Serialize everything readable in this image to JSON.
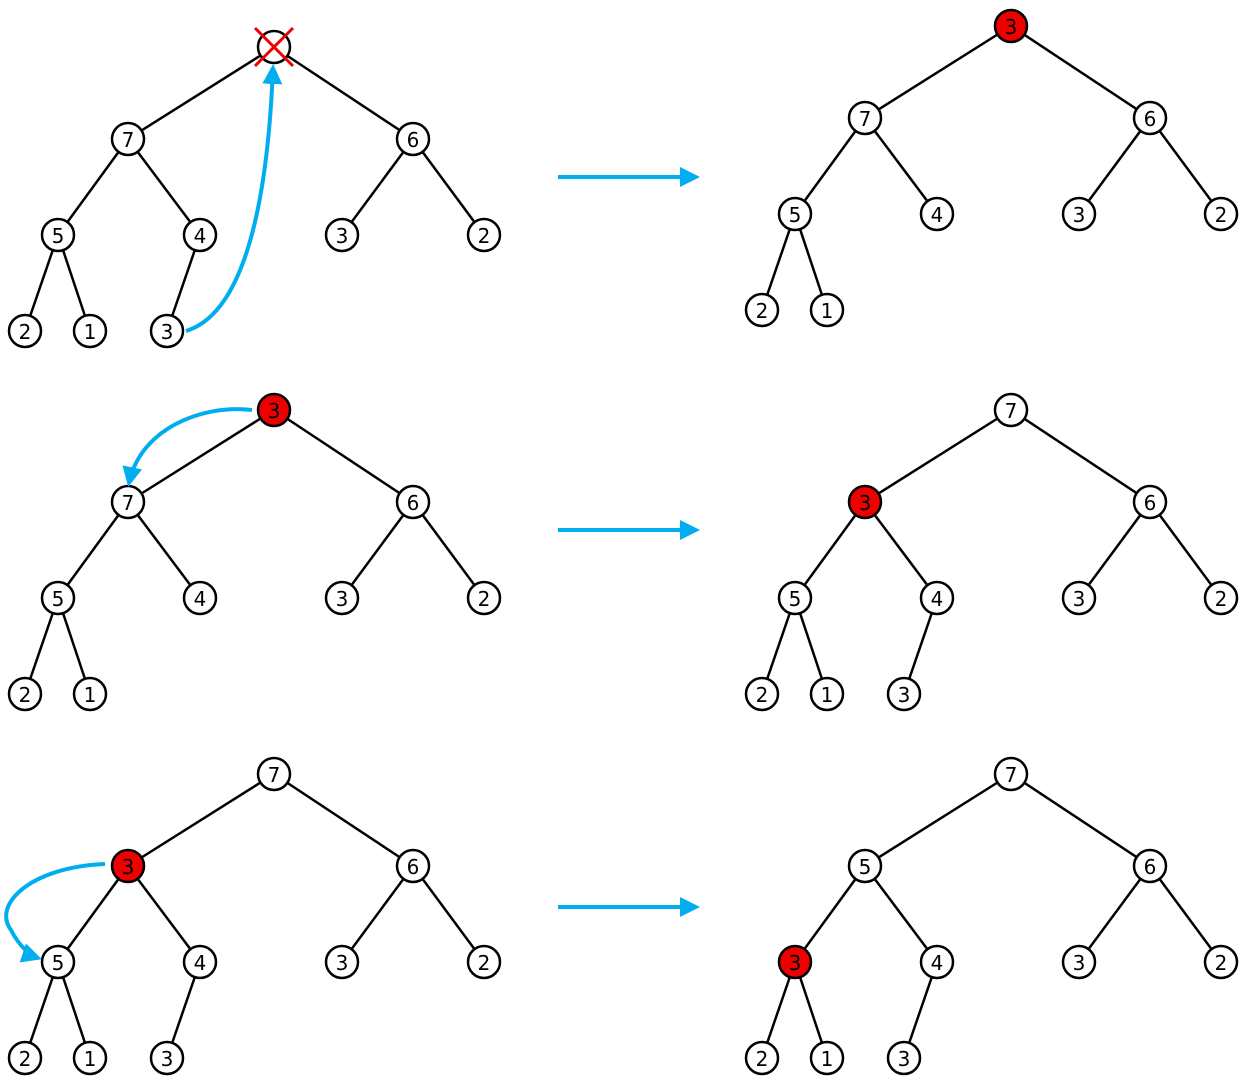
{
  "colors": {
    "node_fill": "#ffffff",
    "highlight_fill": "#ee0000",
    "stroke": "#000000",
    "arrow": "#00aeef",
    "cross": "#ee0000"
  },
  "panels": [
    {
      "id": "step1-before",
      "nodes": [
        {
          "id": "n0",
          "label": "",
          "crossed": true
        },
        {
          "id": "n1",
          "label": "7"
        },
        {
          "id": "n2",
          "label": "6"
        },
        {
          "id": "n3",
          "label": "5"
        },
        {
          "id": "n4",
          "label": "4"
        },
        {
          "id": "n5",
          "label": "3"
        },
        {
          "id": "n6",
          "label": "2"
        },
        {
          "id": "n7",
          "label": "2"
        },
        {
          "id": "n8",
          "label": "1"
        },
        {
          "id": "n9",
          "label": "3"
        }
      ],
      "edges": [
        [
          "n0",
          "n1"
        ],
        [
          "n0",
          "n2"
        ],
        [
          "n1",
          "n3"
        ],
        [
          "n1",
          "n4"
        ],
        [
          "n2",
          "n5"
        ],
        [
          "n2",
          "n6"
        ],
        [
          "n3",
          "n7"
        ],
        [
          "n3",
          "n8"
        ],
        [
          "n4",
          "n9"
        ]
      ]
    },
    {
      "id": "step1-after",
      "nodes": [
        {
          "id": "n0",
          "label": "3",
          "highlight": true
        },
        {
          "id": "n1",
          "label": "7"
        },
        {
          "id": "n2",
          "label": "6"
        },
        {
          "id": "n3",
          "label": "5"
        },
        {
          "id": "n4",
          "label": "4"
        },
        {
          "id": "n5",
          "label": "3"
        },
        {
          "id": "n6",
          "label": "2"
        },
        {
          "id": "n7",
          "label": "2"
        },
        {
          "id": "n8",
          "label": "1"
        }
      ],
      "edges": [
        [
          "n0",
          "n1"
        ],
        [
          "n0",
          "n2"
        ],
        [
          "n1",
          "n3"
        ],
        [
          "n1",
          "n4"
        ],
        [
          "n2",
          "n5"
        ],
        [
          "n2",
          "n6"
        ],
        [
          "n3",
          "n7"
        ],
        [
          "n3",
          "n8"
        ]
      ]
    },
    {
      "id": "step2-before",
      "nodes": [
        {
          "id": "n0",
          "label": "3",
          "highlight": true
        },
        {
          "id": "n1",
          "label": "7"
        },
        {
          "id": "n2",
          "label": "6"
        },
        {
          "id": "n3",
          "label": "5"
        },
        {
          "id": "n4",
          "label": "4"
        },
        {
          "id": "n5",
          "label": "3"
        },
        {
          "id": "n6",
          "label": "2"
        },
        {
          "id": "n7",
          "label": "2"
        },
        {
          "id": "n8",
          "label": "1"
        }
      ],
      "edges": [
        [
          "n0",
          "n1"
        ],
        [
          "n0",
          "n2"
        ],
        [
          "n1",
          "n3"
        ],
        [
          "n1",
          "n4"
        ],
        [
          "n2",
          "n5"
        ],
        [
          "n2",
          "n6"
        ],
        [
          "n3",
          "n7"
        ],
        [
          "n3",
          "n8"
        ]
      ]
    },
    {
      "id": "step2-after",
      "nodes": [
        {
          "id": "n0",
          "label": "7"
        },
        {
          "id": "n1",
          "label": "3",
          "highlight": true
        },
        {
          "id": "n2",
          "label": "6"
        },
        {
          "id": "n3",
          "label": "5"
        },
        {
          "id": "n4",
          "label": "4"
        },
        {
          "id": "n5",
          "label": "3"
        },
        {
          "id": "n6",
          "label": "2"
        },
        {
          "id": "n7",
          "label": "2"
        },
        {
          "id": "n8",
          "label": "1"
        },
        {
          "id": "n9",
          "label": "3"
        }
      ],
      "edges": [
        [
          "n0",
          "n1"
        ],
        [
          "n0",
          "n2"
        ],
        [
          "n1",
          "n3"
        ],
        [
          "n1",
          "n4"
        ],
        [
          "n2",
          "n5"
        ],
        [
          "n2",
          "n6"
        ],
        [
          "n3",
          "n7"
        ],
        [
          "n3",
          "n8"
        ],
        [
          "n4",
          "n9"
        ]
      ]
    },
    {
      "id": "step3-before",
      "nodes": [
        {
          "id": "n0",
          "label": "7"
        },
        {
          "id": "n1",
          "label": "3",
          "highlight": true
        },
        {
          "id": "n2",
          "label": "6"
        },
        {
          "id": "n3",
          "label": "5"
        },
        {
          "id": "n4",
          "label": "4"
        },
        {
          "id": "n5",
          "label": "3"
        },
        {
          "id": "n6",
          "label": "2"
        },
        {
          "id": "n7",
          "label": "2"
        },
        {
          "id": "n8",
          "label": "1"
        },
        {
          "id": "n9",
          "label": "3"
        }
      ],
      "edges": [
        [
          "n0",
          "n1"
        ],
        [
          "n0",
          "n2"
        ],
        [
          "n1",
          "n3"
        ],
        [
          "n1",
          "n4"
        ],
        [
          "n2",
          "n5"
        ],
        [
          "n2",
          "n6"
        ],
        [
          "n3",
          "n7"
        ],
        [
          "n3",
          "n8"
        ],
        [
          "n4",
          "n9"
        ]
      ]
    },
    {
      "id": "step3-after",
      "nodes": [
        {
          "id": "n0",
          "label": "7"
        },
        {
          "id": "n1",
          "label": "5"
        },
        {
          "id": "n2",
          "label": "6"
        },
        {
          "id": "n3",
          "label": "3",
          "highlight": true
        },
        {
          "id": "n4",
          "label": "4"
        },
        {
          "id": "n5",
          "label": "3"
        },
        {
          "id": "n6",
          "label": "2"
        },
        {
          "id": "n7",
          "label": "2"
        },
        {
          "id": "n8",
          "label": "1"
        },
        {
          "id": "n9",
          "label": "3"
        }
      ],
      "edges": [
        [
          "n0",
          "n1"
        ],
        [
          "n0",
          "n2"
        ],
        [
          "n1",
          "n3"
        ],
        [
          "n1",
          "n4"
        ],
        [
          "n2",
          "n5"
        ],
        [
          "n2",
          "n6"
        ],
        [
          "n3",
          "n7"
        ],
        [
          "n3",
          "n8"
        ],
        [
          "n4",
          "n9"
        ]
      ]
    }
  ],
  "swap_arrows": [
    {
      "panel": "step1-before",
      "from": "n9",
      "to": "n0"
    },
    {
      "panel": "step2-before",
      "from": "n0",
      "to": "n1"
    },
    {
      "panel": "step3-before",
      "from": "n1",
      "to": "n3"
    }
  ],
  "transition_arrows": [
    {
      "from": "step1-before",
      "to": "step1-after"
    },
    {
      "from": "step2-before",
      "to": "step2-after"
    },
    {
      "from": "step3-before",
      "to": "step3-after"
    }
  ]
}
